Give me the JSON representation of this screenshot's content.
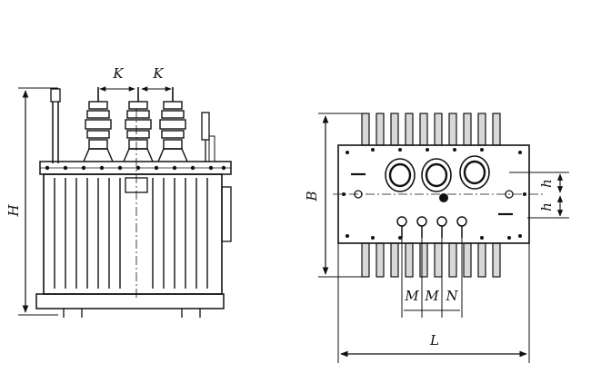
{
  "labels": {
    "H": "H",
    "K1": "K",
    "K2": "K",
    "B": "B",
    "h1": "h",
    "h2": "h",
    "M1": "M",
    "M2": "M",
    "N": "N",
    "L": "L"
  },
  "colors": {
    "ink": "#111111",
    "fin_fill": "#d8d8d8",
    "background": "#ffffff"
  }
}
